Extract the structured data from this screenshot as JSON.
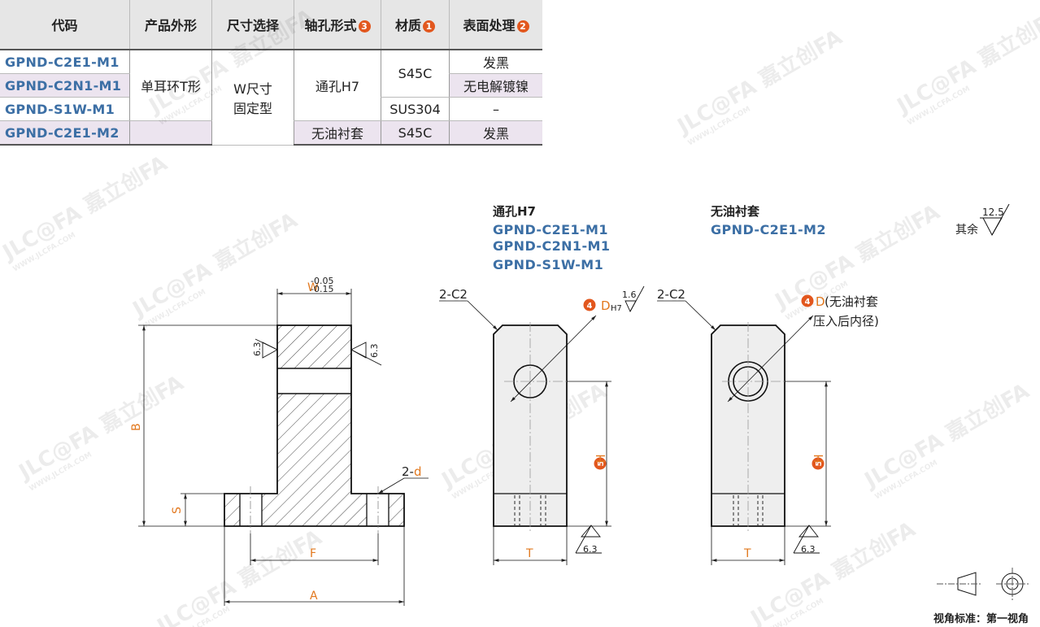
{
  "watermark": {
    "brand": "JLC@FA 嘉立创FA",
    "url": "WWW.JLCFA.COM"
  },
  "table": {
    "headers": {
      "code": "代码",
      "shape": "产品外形",
      "size": "尺寸选择",
      "shaft_hole": "轴孔形式",
      "shaft_hole_note": "3",
      "material": "材质",
      "material_note": "1",
      "surface": "表面处理",
      "surface_note": "2"
    },
    "rows": [
      {
        "code": "GPND-C2E1-M1",
        "surface": "发黑"
      },
      {
        "code": "GPND-C2N1-M1",
        "surface": "无电解镀镍"
      },
      {
        "code": "GPND-S1W-M1",
        "material": "SUS304",
        "surface": "–"
      },
      {
        "code": "GPND-C2E1-M2",
        "shaft_hole": "无油衬套",
        "material": "S45C",
        "surface": "发黑"
      }
    ],
    "merged": {
      "shape": "单耳环T形",
      "size_line1": "W尺寸",
      "size_line2": "固定型",
      "shaft_hole_m1": "通孔H7",
      "material_s45c": "S45C"
    }
  },
  "drawing": {
    "front_view": {
      "dims": {
        "w": "W",
        "w_tol_upper": "-0.05",
        "w_tol_lower": "-0.15",
        "b": "B",
        "s": "S",
        "f": "F",
        "a": "A",
        "hole_count": "2-",
        "hole_d": "d"
      },
      "roughness_left": "6.3",
      "roughness_right": "6.3"
    },
    "side_view_m1": {
      "title": "通孔H7",
      "codes": [
        "GPND-C2E1-M1",
        "GPND-C2N1-M1",
        "GPND-S1W-M1"
      ],
      "chamfer": "2-C2",
      "hole_note": "4",
      "hole_dim": "D",
      "hole_tol": "H7",
      "hole_roughness": "1.6",
      "h_note": "5",
      "h_dim": "H",
      "t_dim": "T",
      "roughness_bottom": "6.3"
    },
    "side_view_m2": {
      "title": "无油衬套",
      "codes": [
        "GPND-C2E1-M2"
      ],
      "chamfer": "2-C2",
      "hole_note": "4",
      "hole_dim": "D",
      "hole_text1": "(无油衬套",
      "hole_text2": "压入后内径)",
      "h_note": "5",
      "h_dim": "H",
      "t_dim": "T",
      "roughness_bottom": "6.3"
    },
    "general_roughness": {
      "label": "其余",
      "value": "12.5"
    },
    "projection": {
      "label": "视角标准：第一视角"
    }
  }
}
